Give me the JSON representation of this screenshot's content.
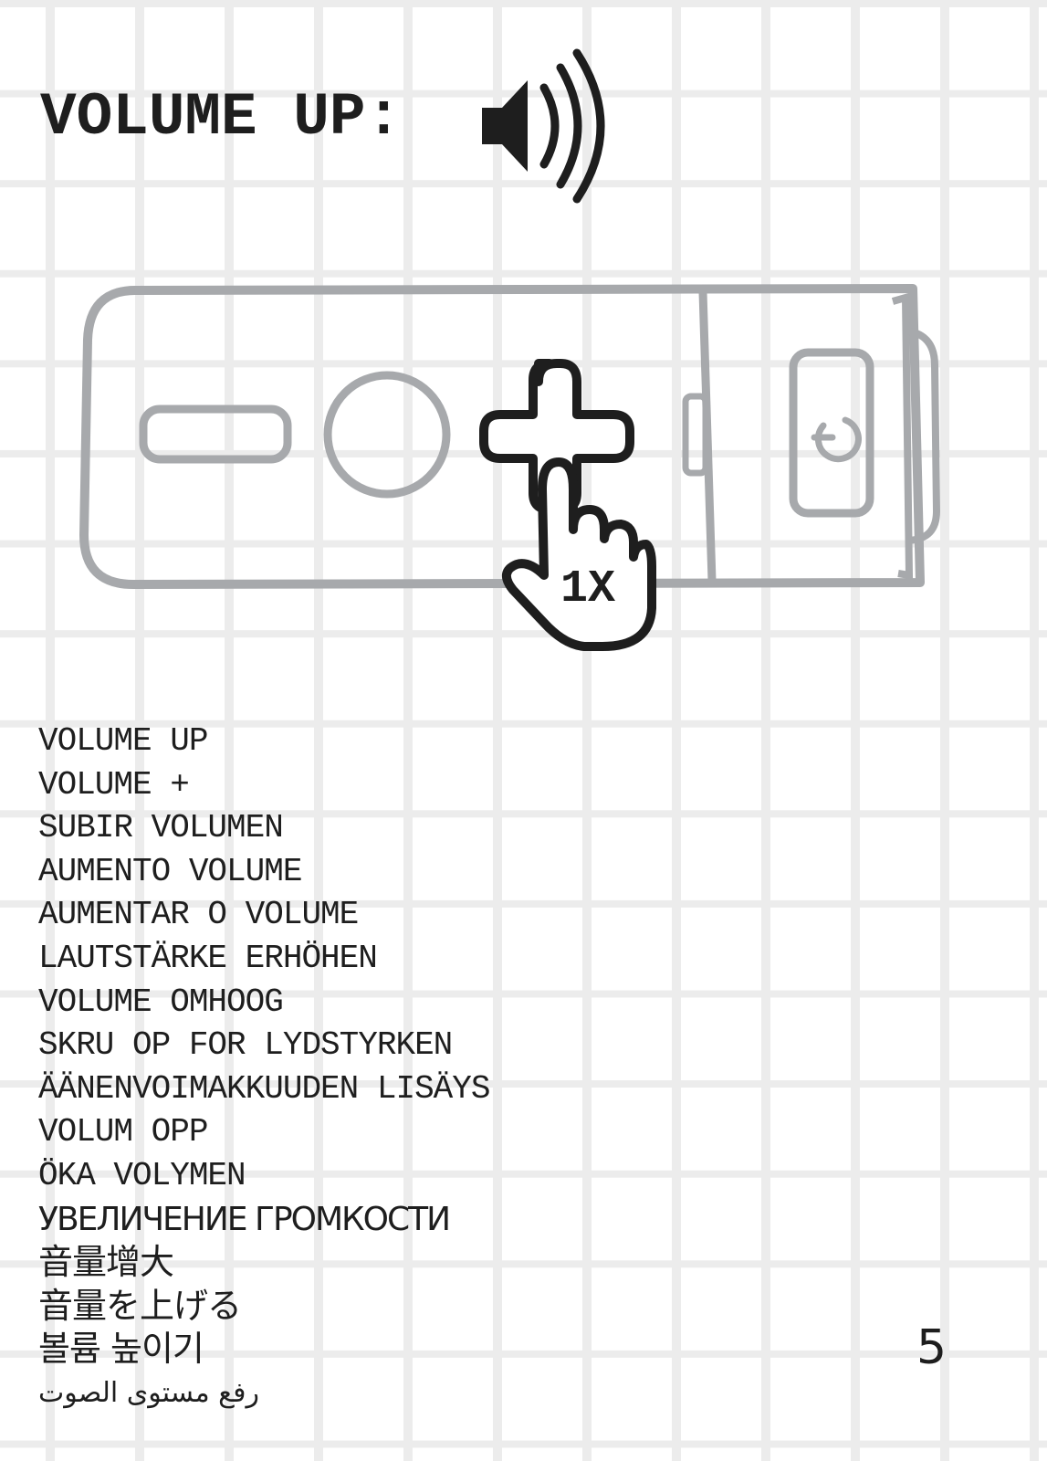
{
  "header": {
    "title": "VOLUME UP:",
    "icon": "volume-up-icon"
  },
  "illustration": {
    "device": "speaker-device-outline",
    "press_label": "1X",
    "icons": [
      "minus-button-icon",
      "center-button-icon",
      "plus-button-icon",
      "pointing-hand-icon",
      "power-icon"
    ],
    "colors": {
      "outline": "#a7a9ac",
      "ink": "#1e1e1e"
    }
  },
  "translations": [
    "VOLUME UP",
    "VOLUME +",
    "SUBIR VOLUMEN",
    "AUMENTO VOLUME",
    "AUMENTAR O VOLUME",
    "LAUTSTÄRKE ERHÖHEN",
    "VOLUME OMHOOG",
    "SKRU OP FOR LYDSTYRKEN",
    "ÄÄNENVOIMAKKUUDEN LISÄYS",
    "VOLUM OPP",
    "ÖKA VOLYMEN",
    "УВЕЛИЧЕНИЕ ГРОМКОСТИ",
    "音量增大",
    "音量を上げる",
    "볼륨 높이기",
    "رفع مستوى الصوت"
  ],
  "page": {
    "number": "5"
  }
}
